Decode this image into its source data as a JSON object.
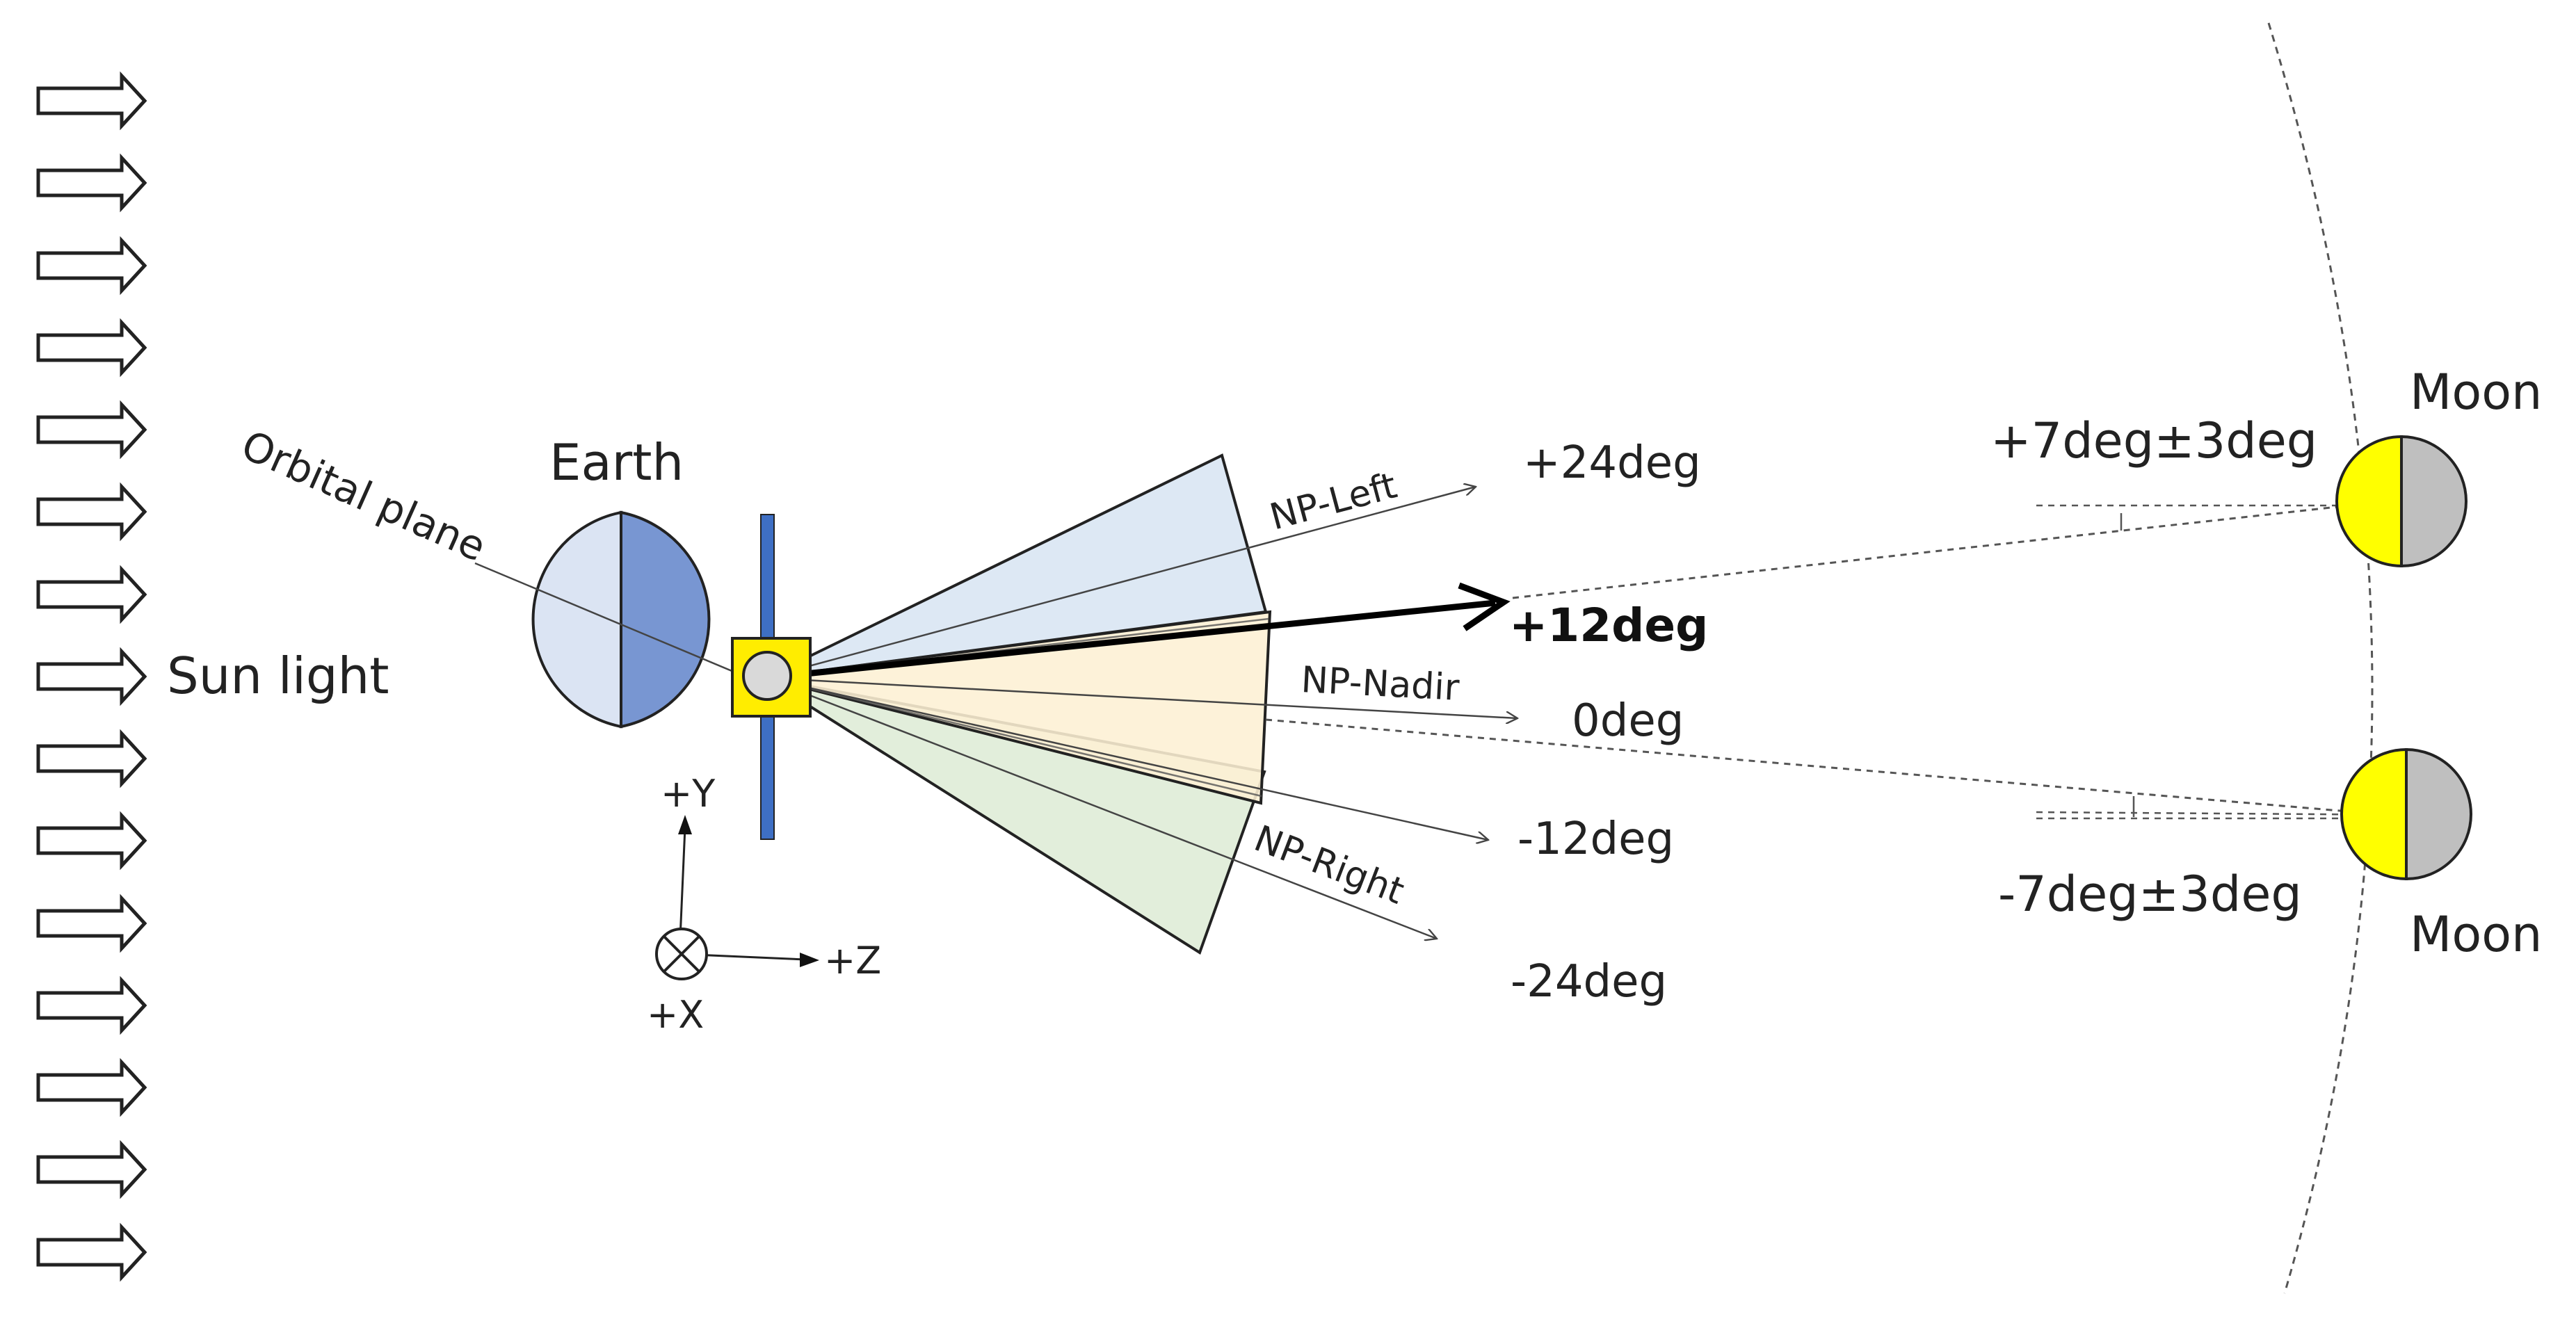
{
  "labels": {
    "sun_light": "Sun light",
    "earth": "Earth",
    "orbital_plane": "Orbital plane",
    "np_left": "NP-Left",
    "np_nadir": "NP-Nadir",
    "np_right": "NP-Right",
    "deg_p24": "+24deg",
    "deg_p12": "+12deg",
    "deg_0": "0deg",
    "deg_m12": "-12deg",
    "deg_m24": "-24deg",
    "moon_top": "Moon",
    "moon_bottom": "Moon",
    "moon_top_angle": "+7deg±3deg",
    "moon_bottom_angle": "-7deg±3deg",
    "axis_y": "+Y",
    "axis_z": "+Z",
    "axis_x": "+X"
  },
  "colors": {
    "earth_day": "#dbe4f3",
    "earth_night": "#7896d2",
    "spacecraft_body": "#ffed00",
    "solar_panel": "#3e6fc4",
    "fov_left": "#dde8f4",
    "fov_nadir": "#fdf0d4",
    "fov_right": "#e2eedb",
    "moon_lit": "#ffff00",
    "moon_dark": "#bfbfbf"
  }
}
